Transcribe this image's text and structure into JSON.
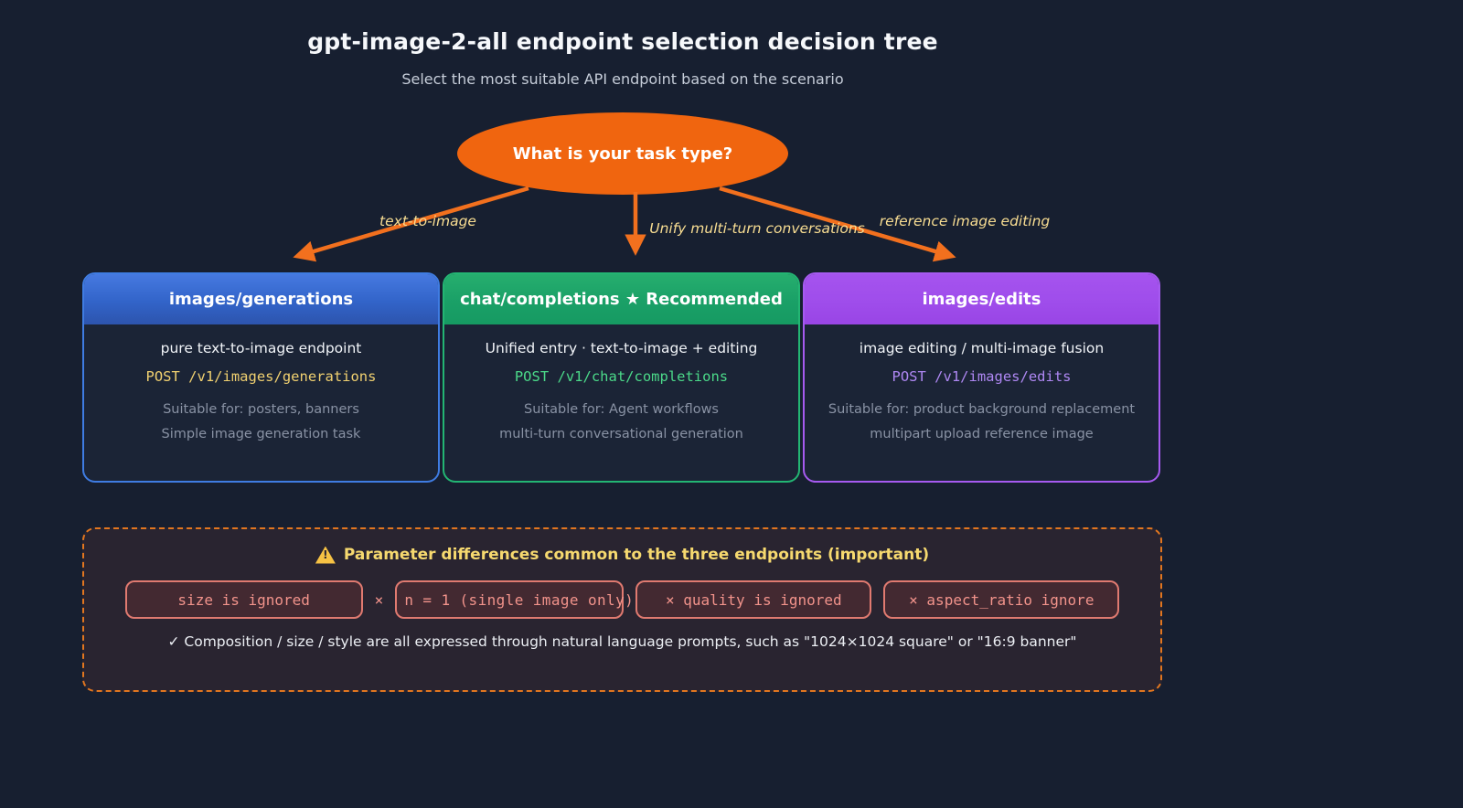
{
  "page": {
    "title": "gpt-image-2-all endpoint selection decision tree",
    "subtitle": "Select the most suitable API endpoint based on the scenario"
  },
  "root": {
    "question": "What is your task type?"
  },
  "branches": [
    {
      "label": "text-to-image"
    },
    {
      "label": "Unify multi-turn conversations"
    },
    {
      "label": "reference image editing"
    }
  ],
  "cards": [
    {
      "header": "images/generations",
      "description": "pure text-to-image endpoint",
      "endpoint": "POST /v1/images/generations",
      "suitable": "Suitable for: posters, banners",
      "note": "Simple image generation task",
      "accent": "#3f7ce2"
    },
    {
      "header": "chat/completions ★ Recommended",
      "description": "Unified entry · text-to-image + editing",
      "endpoint": "POST /v1/chat/completions",
      "suitable": "Suitable for: Agent workflows",
      "note": "multi-turn conversational generation",
      "accent": "#23b573"
    },
    {
      "header": "images/edits",
      "description": "image editing / multi-image fusion",
      "endpoint": "POST /v1/images/edits",
      "suitable": "Suitable for: product background replacement",
      "note": "multipart upload reference image",
      "accent": "#a65af0"
    }
  ],
  "warning": {
    "title": "Parameter differences common to the three endpoints (important)",
    "separator": "×",
    "pills": [
      "size is ignored",
      "n = 1 (single image only)",
      "× quality is ignored",
      "× aspect_ratio ignore"
    ],
    "note": "✓ Composition / size / style are all expressed through natural language prompts, such as \"1024×1024 square\" or \"16:9 banner\"",
    "colors": {
      "panel_border": "#e2761f",
      "pill_border": "#e07a70",
      "pill_text": "#f2938b",
      "title_text": "#f6d96f"
    }
  },
  "colors": {
    "background": "#171f30",
    "node_orange": "#f0650f",
    "arrow_orange": "#f2701e",
    "branch_label_yellow": "#f8dd92"
  }
}
